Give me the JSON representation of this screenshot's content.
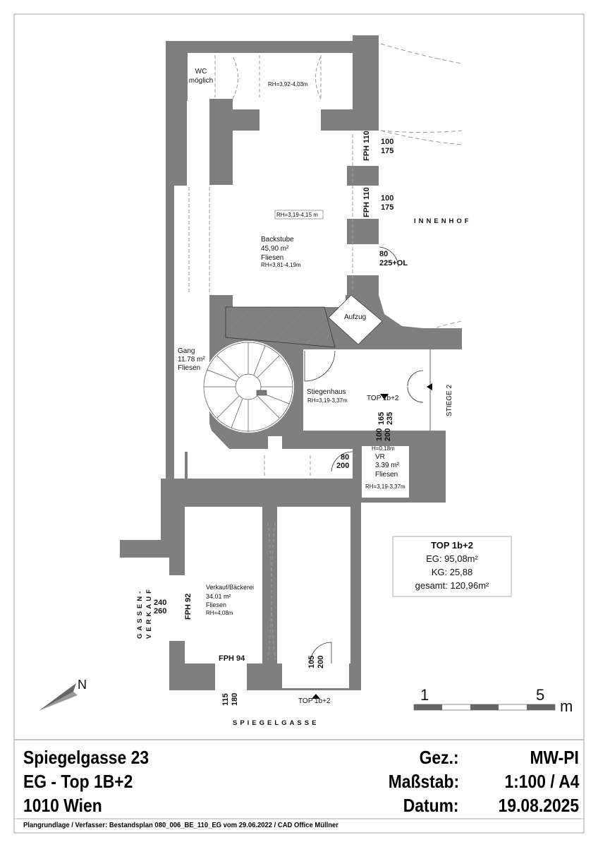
{
  "colors": {
    "wall": "#7f7f7f",
    "frame": "#b0b0b0",
    "dash": "#9a9a9a"
  },
  "rooms": {
    "wc": {
      "line1": "WC",
      "line2": "möglich"
    },
    "top_rooms": {
      "rh": "RH=3,92-4,03m"
    },
    "backstube": {
      "name": "Backstube",
      "area": "45,90 m²",
      "floor": "Fliesen",
      "rh": "RH=3,81-4,19m",
      "rh_box": "RH=3,19-4,15 m"
    },
    "gang": {
      "name": "Gang",
      "area": "11.78 m²",
      "floor": "Fliesen"
    },
    "aufzug": {
      "name": "Aufzug"
    },
    "stiegenhaus": {
      "name": "Stiegenhaus",
      "rh": "RH=3,19-3,37m"
    },
    "vr": {
      "name": "VR",
      "area": "3.39 m²",
      "floor": "Fliesen",
      "rh": "RH=3,19-3,37m",
      "h": "H=0,18m"
    },
    "verkauf": {
      "name": "Verkauf/Bäckerei",
      "area": "34.01 m²",
      "floor": "Fliesen",
      "rh": "RH=4,08m"
    }
  },
  "labels": {
    "innenhof": "INNENHOF",
    "stiege2": "STIEGE 2",
    "spiegelgasse": "SPIEGELGASSE",
    "gassen": "GASSEN-",
    "verkauf": "VERKAUF",
    "top_inner": "TOP 1b+2",
    "top_street": "TOP 1b+2"
  },
  "openings": {
    "w1": {
      "type": "FPH 110",
      "w": "100",
      "h": "175"
    },
    "w2": {
      "type": "FPH 110",
      "w": "100",
      "h": "175"
    },
    "d1": {
      "w": "80",
      "h": "225+OL"
    },
    "d2": {
      "a": "100",
      "b": "200",
      "c": "165",
      "d": "235"
    },
    "d3": {
      "w": "80",
      "h": "200"
    },
    "w3": {
      "type": "FPH 92",
      "w": "240",
      "h": "260"
    },
    "w4": {
      "type": "FPH 94",
      "w": "115",
      "h": "180"
    },
    "d4": {
      "w": "105",
      "h": "200"
    }
  },
  "info_box": {
    "title": "TOP 1b+2",
    "eg": "EG: 95,08m²",
    "kg": "KG: 25,88",
    "total": "gesamt: 120,96m²"
  },
  "scale_bar": {
    "start": "1",
    "end": "5",
    "unit": "m"
  },
  "north": {
    "label": "N"
  },
  "title_block": {
    "address": "Spiegelgasse 23",
    "unit": "EG - Top 1B+2",
    "city": "1010 Wien",
    "drawn_label": "Gez.:",
    "drawn_value": "MW-PI",
    "scale_label": "Maßstab:",
    "scale_value": "1:100 / A4",
    "date_label": "Datum:",
    "date_value": "19.08.2025",
    "footer": "Plangrundlage / Verfasser: Bestandsplan 080_006_BE_110_EG vom 29.06.2022 / CAD Office Müllner"
  }
}
